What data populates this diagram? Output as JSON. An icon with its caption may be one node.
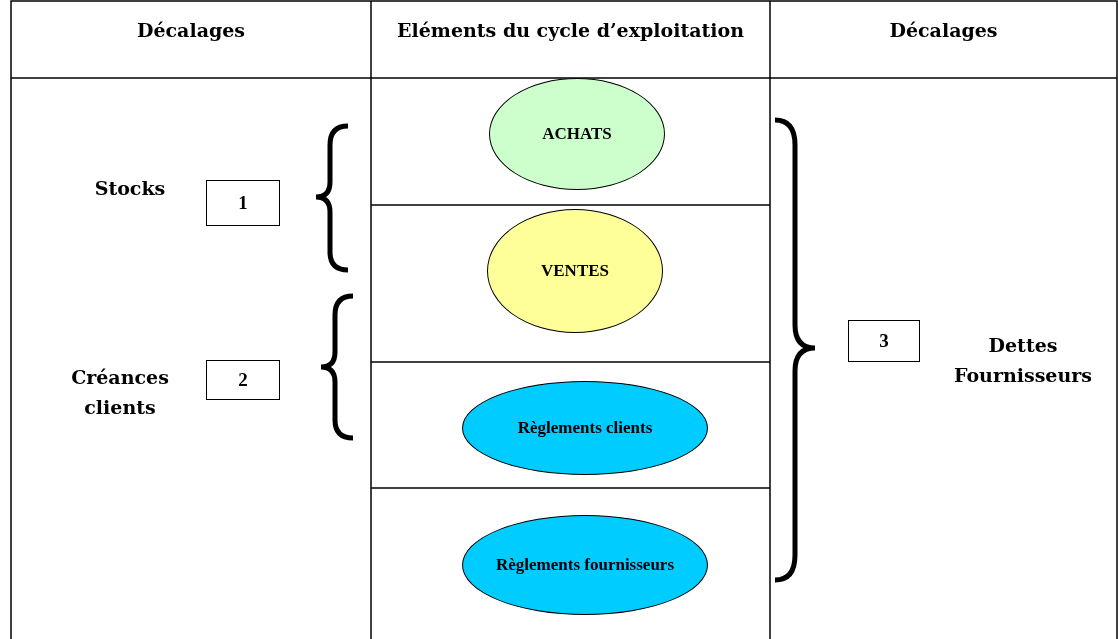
{
  "diagram": {
    "nodes": [
      {
        "text": [
          "ACHATS"
        ]
      },
      {
        "text": [
          "VENTES"
        ]
      },
      {
        "text": [
          "Règlements clients"
        ]
      },
      {
        "text": [
          "Règlements fournisseurs"
        ]
      },
      {
        "text": [
          "1"
        ],
        "beside": [
          "Stocks"
        ]
      },
      {
        "text": [
          "2"
        ],
        "beside": [
          "Créances clients"
        ]
      },
      {
        "text": [
          "3"
        ],
        "beside": [
          "Dettes Fournisseurs"
        ]
      }
    ],
    "edges": [],
    "labels": [
      "Décalages",
      "Eléments du cycle d’exploitation",
      "Décalages"
    ]
  }
}
